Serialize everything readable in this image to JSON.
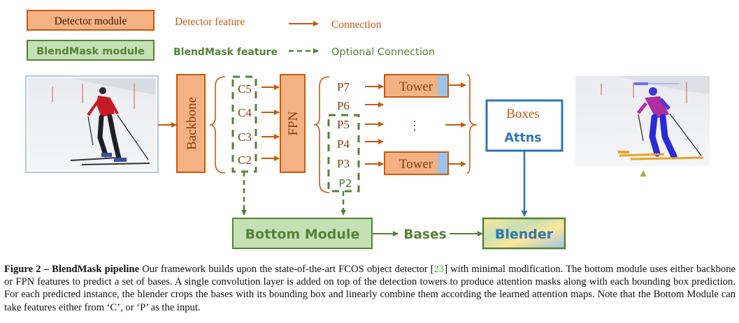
{
  "legend": {
    "detector_module": "Detector module",
    "detector_feature": "Detector feature",
    "connection": "Connection",
    "blendmask_module": "BlendMask module",
    "blendmask_feature": "BlendMask feature",
    "optional_connection": "Optional Connection"
  },
  "nodes": {
    "input_image": "ski-person-photo",
    "backbone": "Backbone",
    "c_features": [
      "C5",
      "C4",
      "C3",
      "C2"
    ],
    "fpn": "FPN",
    "p_features": [
      "P7",
      "P6",
      "P5",
      "P4",
      "P3",
      "P2"
    ],
    "tower": "Tower",
    "ellipsis": "⋮",
    "boxes": "Boxes",
    "attns": "Attns",
    "output_image": "ski-person-segmentation-result",
    "bottom_module": "Bottom Module",
    "bases": "Bases",
    "blender": "Blender"
  },
  "colors": {
    "detector_fill": "#f4b183",
    "detector_stroke": "#c55a11",
    "detector_text": "#843c0c",
    "blendmask_fill": "#c5e0b4",
    "blendmask_stroke": "#548235",
    "blendmask_text": "#548235",
    "attn_blue": "#2e75b6",
    "tower_blue": "#9dc3e6",
    "blender_yellow": "#ffe699",
    "citation_green": "#2ec82e"
  },
  "caption": {
    "label": "Figure 2 – BlendMask pipeline",
    "text_before_cite": " Our framework builds upon the state-of-the-art FCOS object detector [",
    "cite": "23",
    "text_after_cite": "] with minimal modification. The bottom module uses either backbone or FPN features to predict a set of bases.  A single convolution layer is added on top of the detection towers to produce attention masks along with each bounding box prediction. For each predicted instance, the blender crops the bases with its bounding box and linearly combine them according the learned attention maps. Note that the Bottom Module can take features either from ‘C’, or ‘P’ as the input."
  }
}
